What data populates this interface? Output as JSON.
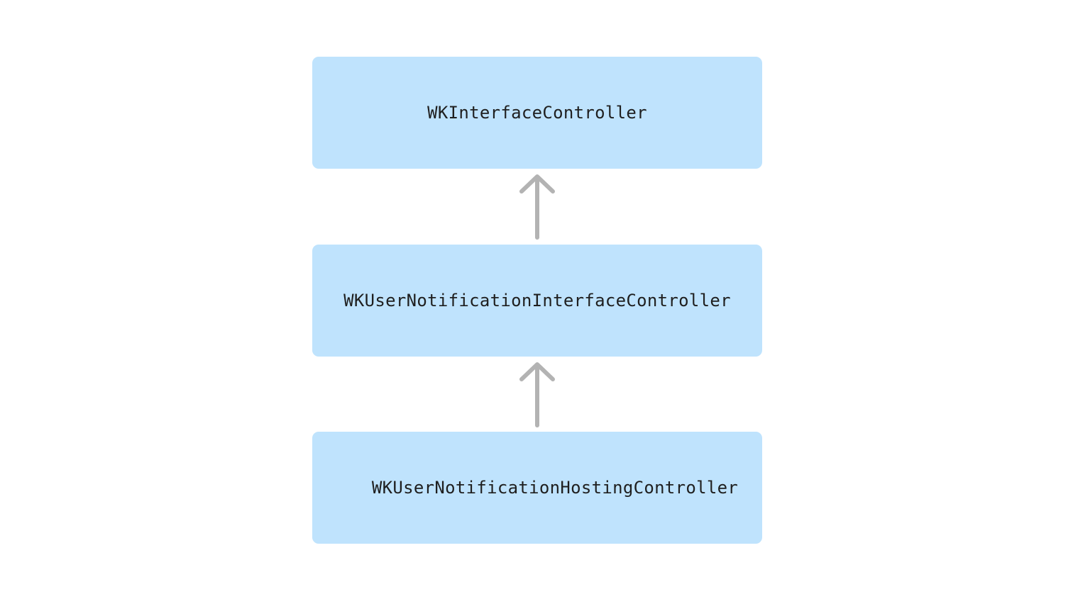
{
  "diagram": {
    "colors": {
      "node_fill": "#bfe3fd",
      "arrow_stroke": "#b3b3b3",
      "text": "#1f1f1f"
    },
    "nodes": [
      {
        "label": "WKInterfaceController"
      },
      {
        "label": "WKUserNotificationInterfaceController"
      },
      {
        "label": "WKUserNotificationHostingController"
      }
    ],
    "edges": [
      {
        "from": 1,
        "to": 0,
        "kind": "inherits-from",
        "icon": "arrow-up-icon"
      },
      {
        "from": 2,
        "to": 1,
        "kind": "inherits-from",
        "icon": "arrow-up-icon"
      }
    ]
  }
}
